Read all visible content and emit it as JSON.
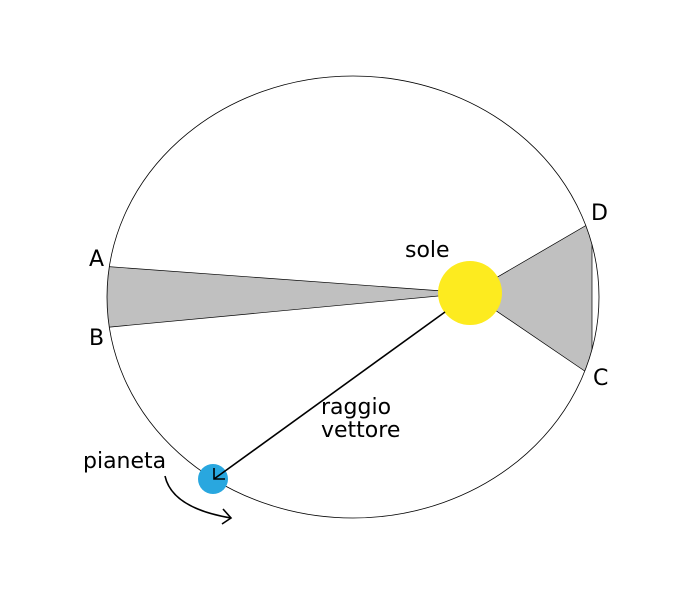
{
  "labels": {
    "a": "A",
    "b": "B",
    "c": "C",
    "d": "D",
    "sun": "sole",
    "radius_line1": "raggio",
    "radius_line2": "vettore",
    "planet": "pianeta"
  },
  "colors": {
    "sun": "#FDEB1F",
    "planet": "#29A7DF",
    "sector": "#C0C0C0",
    "orbit": "#000000"
  }
}
